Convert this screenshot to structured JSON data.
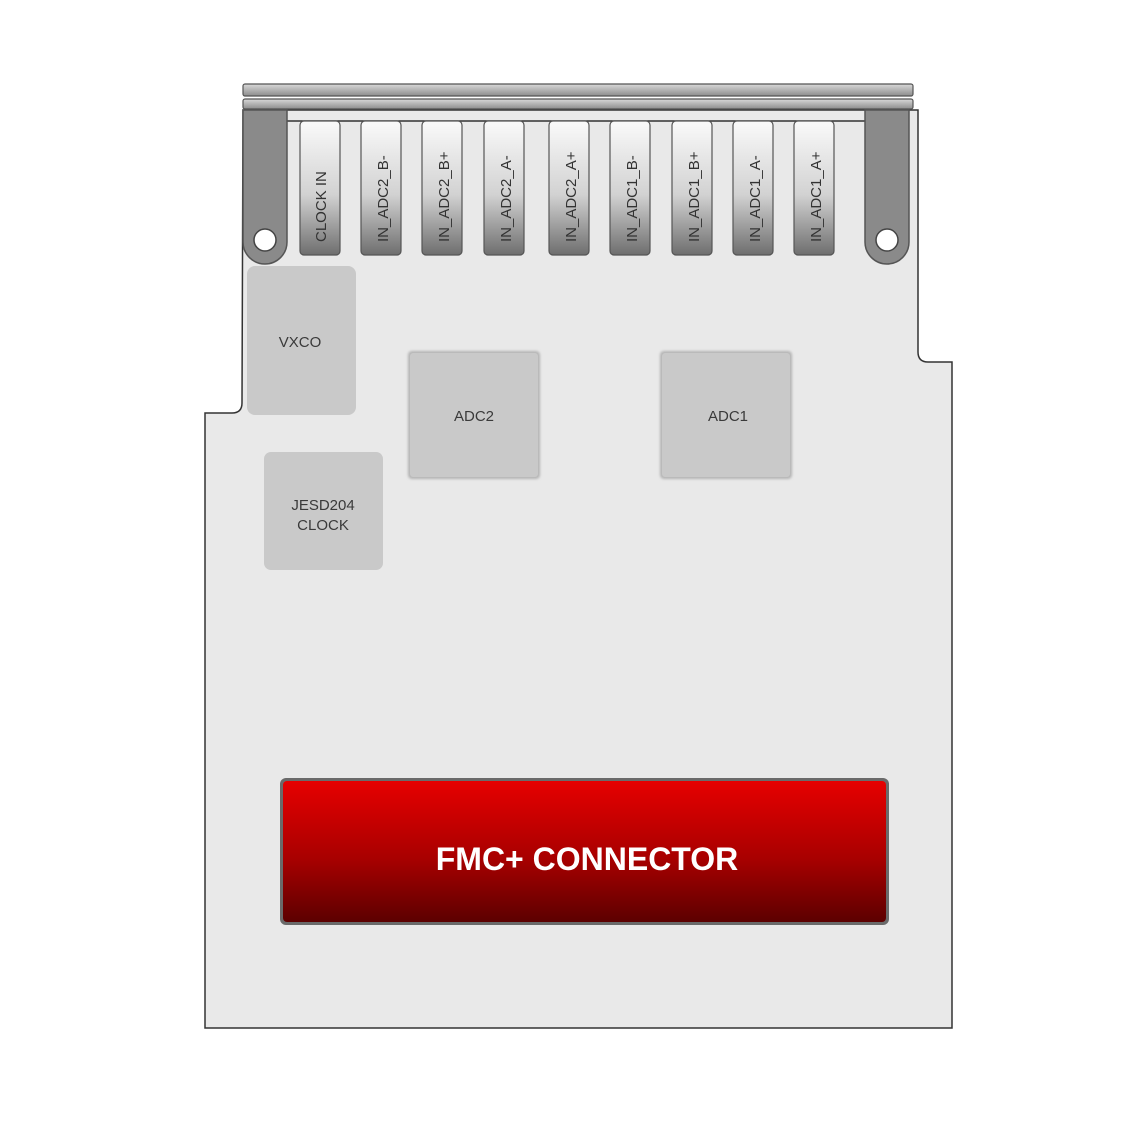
{
  "board": {
    "connectors": [
      {
        "label": "CLOCK IN"
      },
      {
        "label": "IN_ADC2_B-"
      },
      {
        "label": "IN_ADC2_B+"
      },
      {
        "label": "IN_ADC2_A-"
      },
      {
        "label": "IN_ADC2_A+"
      },
      {
        "label": "IN_ADC1_B-"
      },
      {
        "label": "IN_ADC1_B+"
      },
      {
        "label": "IN_ADC1_A-"
      },
      {
        "label": "IN_ADC1_A+"
      }
    ],
    "vxco": {
      "label": "VXCO"
    },
    "adc2": {
      "label": "ADC2"
    },
    "adc1": {
      "label": "ADC1"
    },
    "jesd_clock": {
      "line1": "JESD204",
      "line2": "CLOCK"
    },
    "fmc": {
      "label": "FMC+ CONNECTOR"
    },
    "colors": {
      "board": "#e9e9e9",
      "chip": "#c9c9c9",
      "bracket": "#8a8a8a",
      "fmc_top": "#e60000",
      "fmc_bottom": "#5c0000"
    }
  }
}
